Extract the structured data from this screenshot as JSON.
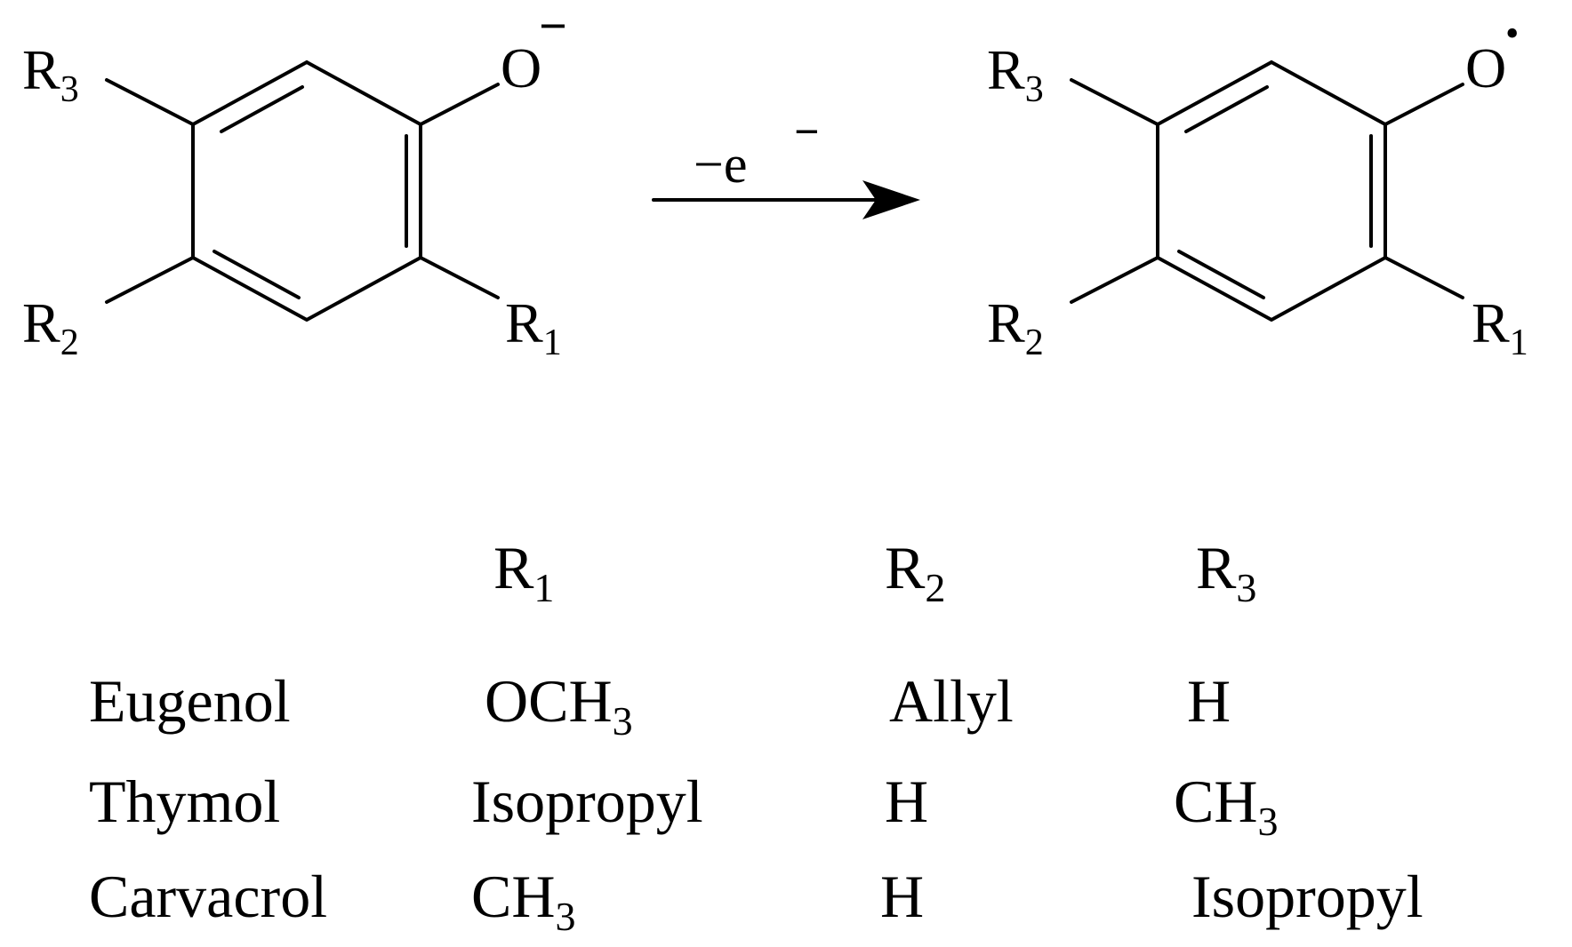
{
  "reaction": {
    "reactant_oxygen": "O",
    "reactant_charge": "−",
    "product_oxygen": "O",
    "product_radical": "•",
    "reagent": "−e",
    "reagent_charge": "−",
    "substituents": {
      "r1": "R",
      "r1_sub": "1",
      "r2": "R",
      "r2_sub": "2",
      "r3": "R",
      "r3_sub": "3"
    }
  },
  "table": {
    "headers": [
      {
        "main": "R",
        "sub": "1"
      },
      {
        "main": "R",
        "sub": "2"
      },
      {
        "main": "R",
        "sub": "3"
      }
    ],
    "rows": [
      {
        "name": "Eugenol",
        "r1": {
          "main": "OCH",
          "sub": "3"
        },
        "r2": {
          "main": "Allyl",
          "sub": ""
        },
        "r3": {
          "main": "H",
          "sub": ""
        }
      },
      {
        "name": "Thymol",
        "r1": {
          "main": "Isopropyl",
          "sub": ""
        },
        "r2": {
          "main": "H",
          "sub": ""
        },
        "r3": {
          "main": "CH",
          "sub": "3"
        }
      },
      {
        "name": "Carvacrol",
        "r1": {
          "main": "CH",
          "sub": "3"
        },
        "r2": {
          "main": "H",
          "sub": ""
        },
        "r3": {
          "main": "Isopropyl",
          "sub": ""
        }
      }
    ]
  }
}
